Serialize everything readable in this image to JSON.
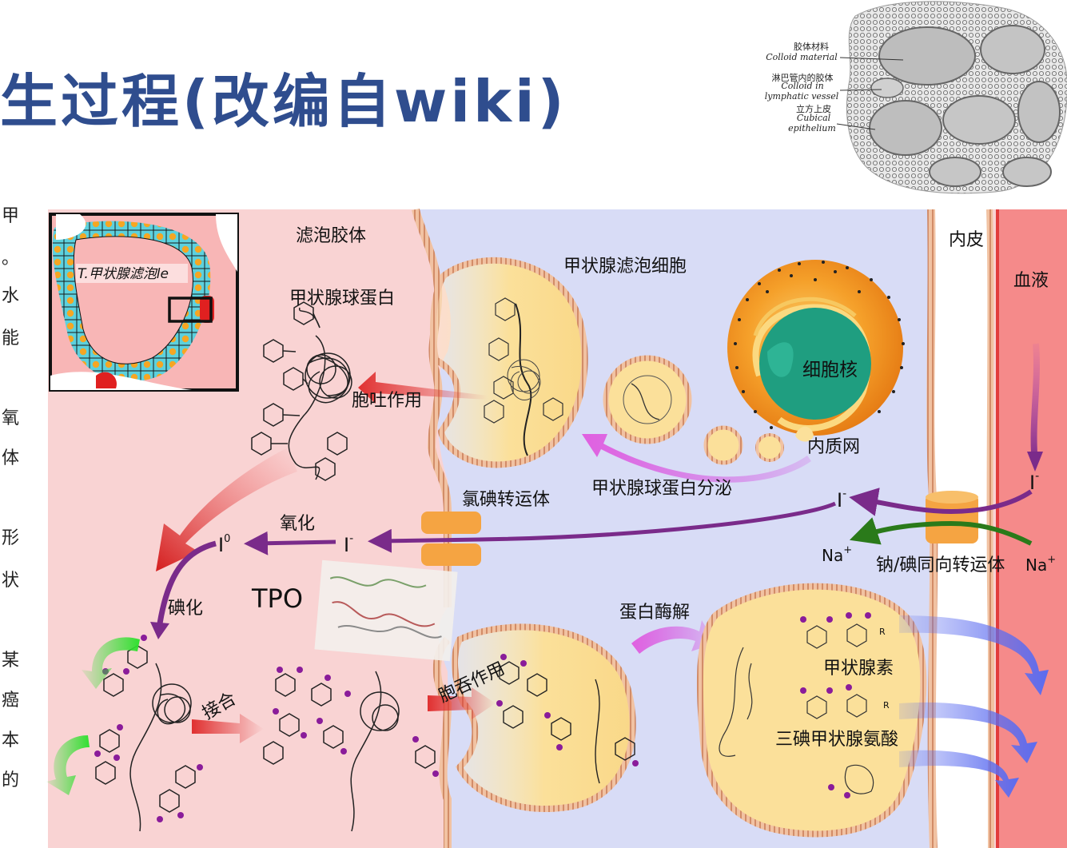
{
  "title": "生过程(改编自wiki)",
  "left_text": [
    "甲",
    "。",
    "水",
    "能",
    "氧",
    "体",
    "形",
    "状",
    "某",
    "癌",
    "本",
    "的"
  ],
  "micrograph": {
    "labels": {
      "colloid_cn": "胶体材料",
      "colloid_en": "Colloid material",
      "lymph_cn": "淋巴管内的胶体",
      "lymph_en1": "Colloid in",
      "lymph_en2": "lymphatic vessel",
      "cubical_cn": "立方上皮",
      "cubical_en1": "Cubical",
      "cubical_en2": "epithelium"
    }
  },
  "diagram": {
    "inset_label": "T.甲状腺滤泡le",
    "labels": {
      "colloid": "滤泡胶体",
      "follicular_cell": "甲状腺滤泡细胞",
      "endothelium": "内皮",
      "blood": "血液",
      "thyroglobulin": "甲状腺球蛋白",
      "exocytosis": "胞吐作用",
      "nucleus": "细胞核",
      "er": "内质网",
      "tg_secretion": "甲状腺球蛋白分泌",
      "pendrin": "氯碘转运体",
      "oxidation": "氧化",
      "i0": "I",
      "i0_sup": "0",
      "i_minus_1": "I",
      "i_minus_2": "I",
      "i_minus_3": "I",
      "minus": "-",
      "na_left": "Na",
      "na_right": "Na",
      "plus": "+",
      "nis": "钠/碘同向转运体",
      "tpo": "TPO",
      "iodination": "碘化",
      "coupling": "接合",
      "endocytosis": "胞吞作用",
      "proteolysis": "蛋白酶解",
      "thyroxine": "甲状腺素",
      "t3": "三碘甲状腺氨酸",
      "r1": "R",
      "r2": "R"
    }
  },
  "colors": {
    "colloid": "#f9d3d3",
    "cell": "#d8dcf6",
    "blood": "#f58a8a",
    "vesicle": "#fbe09a",
    "membrane": "#d99a7a",
    "iodine": "#7a2b8a",
    "exo_arrow": "#e03030",
    "secretion_arrow": "#e060e0",
    "na_arrow": "#2a7a1a",
    "release_arrow": "#5b6cf0",
    "nucleus": "#1f9e80",
    "cytoplasm_orange": "#f59a2a",
    "title": "#2f4d8e"
  }
}
